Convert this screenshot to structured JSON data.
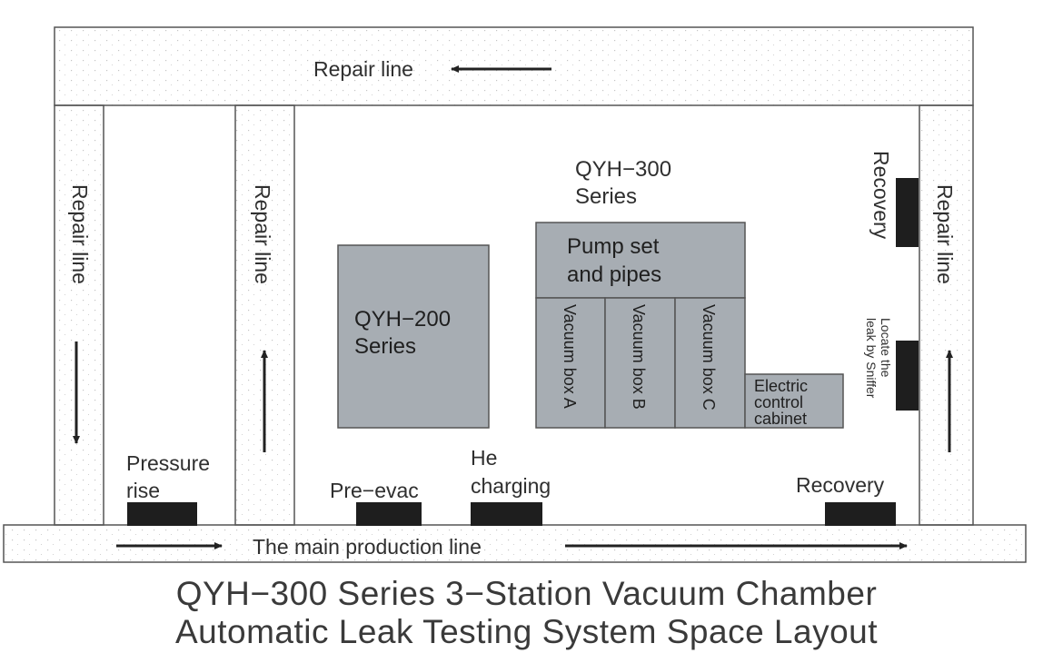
{
  "labels": {
    "repair_line_top": "Repair line",
    "repair_line_left": "Repair line",
    "repair_line_mid": "Repair line",
    "repair_line_right": "Repair line",
    "qyh300_line1": "QYH−300",
    "qyh300_line2": "Series",
    "recovery_top": "Recovery",
    "locate_line1": "Locate the",
    "locate_line2": "leak by Sniffer",
    "pressure_line1": "Pressure",
    "pressure_line2": "rise",
    "pre_evac": "Pre−evac",
    "he_line1": "He",
    "he_line2": "charging",
    "recovery_bottom": "Recovery",
    "main_line": "The main production line"
  },
  "boxes": {
    "qyh200_line1": "QYH−200",
    "qyh200_line2": "Series",
    "pump_line1": "Pump set",
    "pump_line2": "and pipes",
    "vac_a": "Vacuum box A",
    "vac_b": "Vacuum box B",
    "vac_c": "Vacuum box C",
    "elec_line1": "Electric",
    "elec_line2": "control",
    "elec_line3": "cabinet"
  },
  "caption": {
    "line1": "QYH−300 Series 3−Station  Vacuum Chamber",
    "line2": "Automatic Leak Testing System Space Layout"
  },
  "colors": {
    "equipment_fill": "#a7adb3",
    "station_fill": "#1e1e1e",
    "line_stroke": "#555555",
    "grid_dot": "#bdbdbd"
  }
}
